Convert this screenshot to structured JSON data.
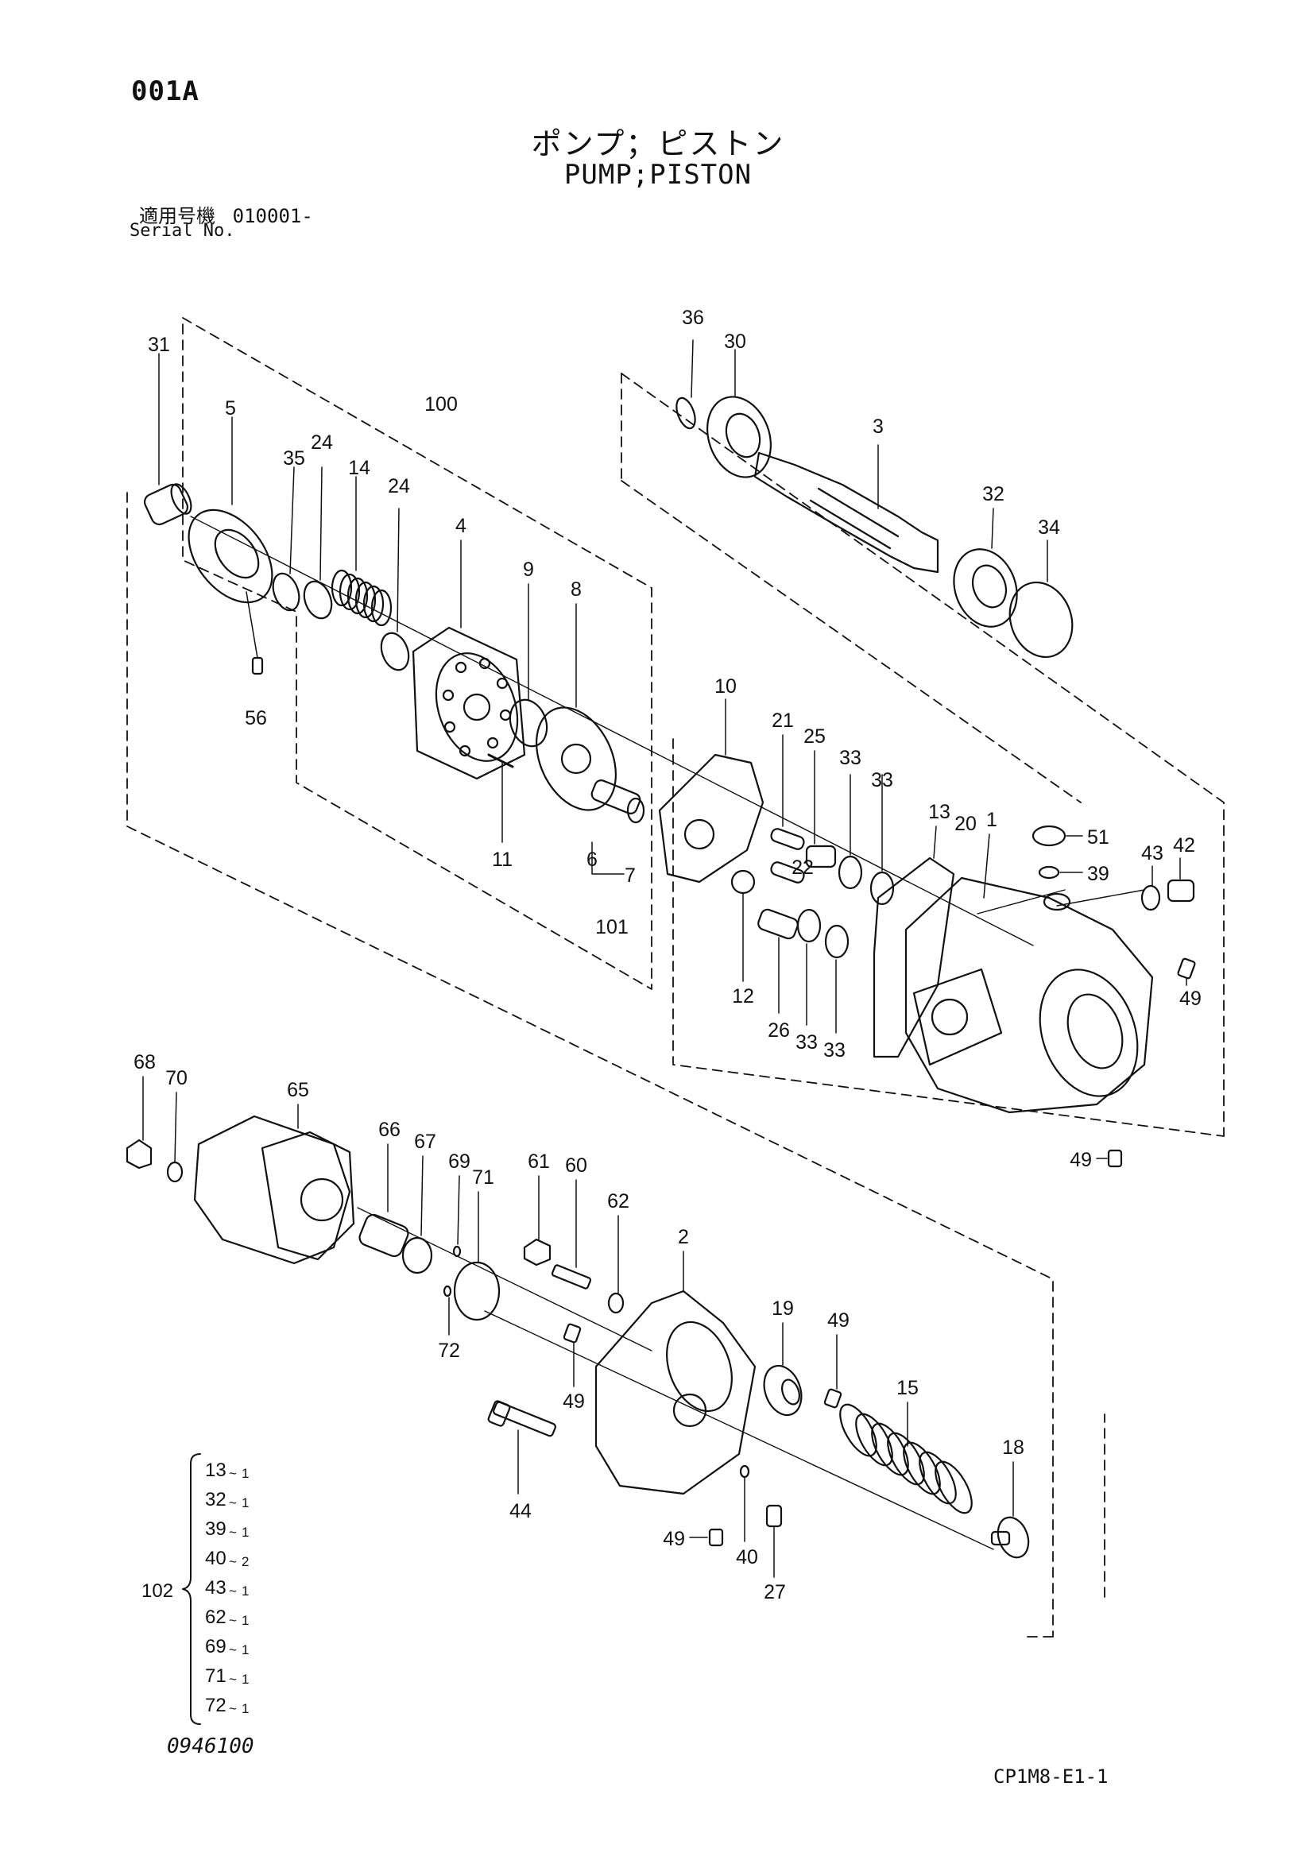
{
  "header": {
    "page_code": "001A",
    "title_jp": "ポンプ；ピストン",
    "title_en": "PUMP;PISTON",
    "serial_label_jp": "適用号機",
    "serial_value": "010001-",
    "serial_label_en": "Serial No."
  },
  "footer": {
    "doc_number": "0946100",
    "sheet_id": "CP1M8-E1-1"
  },
  "callouts": [
    "31",
    "5",
    "35",
    "24",
    "14",
    "24",
    "100",
    "4",
    "9",
    "8",
    "56",
    "11",
    "6",
    "7",
    "101",
    "36",
    "30",
    "3",
    "32",
    "34",
    "10",
    "21",
    "25",
    "33",
    "33",
    "13",
    "20",
    "1",
    "51",
    "39",
    "43",
    "42",
    "22",
    "12",
    "26",
    "33",
    "33",
    "49",
    "49",
    "68",
    "70",
    "65",
    "66",
    "67",
    "69",
    "71",
    "61",
    "60",
    "62",
    "2",
    "72",
    "19",
    "49",
    "49",
    "15",
    "18",
    "44",
    "49",
    "40",
    "27"
  ],
  "kit": {
    "number": "102",
    "items": [
      {
        "part": "13",
        "qty": "1"
      },
      {
        "part": "32",
        "qty": "1"
      },
      {
        "part": "39",
        "qty": "1"
      },
      {
        "part": "40",
        "qty": "2"
      },
      {
        "part": "43",
        "qty": "1"
      },
      {
        "part": "62",
        "qty": "1"
      },
      {
        "part": "69",
        "qty": "1"
      },
      {
        "part": "71",
        "qty": "1"
      },
      {
        "part": "72",
        "qty": "1"
      }
    ]
  }
}
